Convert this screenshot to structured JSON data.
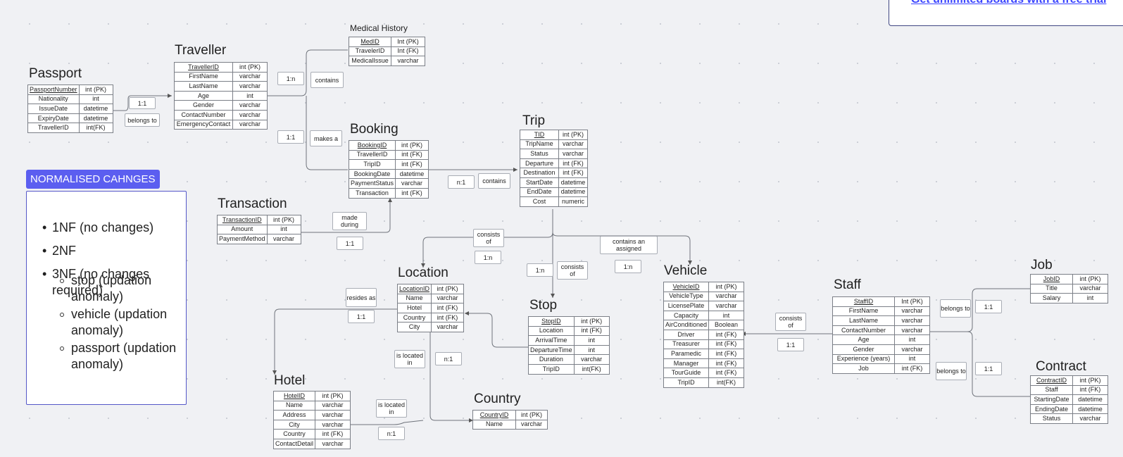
{
  "banner": {
    "link_text": "Get unlimited boards with a free trial"
  },
  "notes": {
    "tag": "NORMALISED CAHNGES",
    "nf1": "1NF (no changes)",
    "nf2": "2NF",
    "nf2_items": [
      "stop (updation anomaly)",
      "vehicle (updation anomaly)",
      "passport (updation anomaly)"
    ],
    "nf3": "3NF (no changes required)"
  },
  "entities": [
    {
      "key": "passport",
      "title": "Passport",
      "rows": [
        [
          "PassportNumber",
          "int (PK)"
        ],
        [
          "Nationality",
          "int"
        ],
        [
          "IssueDate",
          "datetime"
        ],
        [
          "ExpiryDate",
          "datetime"
        ],
        [
          "TravellerID",
          "int(FK)"
        ]
      ]
    },
    {
      "key": "traveller",
      "title": "Traveller",
      "rows": [
        [
          "TravellerID",
          "int (PK)"
        ],
        [
          "FirstName",
          "varchar"
        ],
        [
          "LastName",
          "varchar"
        ],
        [
          "Age",
          "int"
        ],
        [
          "Gender",
          "varchar"
        ],
        [
          "ContactNumber",
          "varchar"
        ],
        [
          "EmergencyContact",
          "varchar"
        ]
      ]
    },
    {
      "key": "medical",
      "title": "Medical History",
      "rows": [
        [
          "MedID",
          "Int (PK)"
        ],
        [
          "TravelerID",
          "Int (FK)"
        ],
        [
          "MedicalIssue",
          "varchar"
        ]
      ]
    },
    {
      "key": "booking",
      "title": "Booking",
      "rows": [
        [
          "BookingID",
          "int (PK)"
        ],
        [
          "TravellerID",
          "int (FK)"
        ],
        [
          "TripID",
          "int (FK)"
        ],
        [
          "BookingDate",
          "datetime"
        ],
        [
          "PaymentStatus",
          "varchar"
        ],
        [
          "Transaction",
          "int (FK)"
        ]
      ]
    },
    {
      "key": "trip",
      "title": "Trip",
      "rows": [
        [
          "TID",
          "int (PK)"
        ],
        [
          "TripName",
          "varchar"
        ],
        [
          "Status",
          "varchar"
        ],
        [
          "Departure",
          "int (FK)"
        ],
        [
          "Destination",
          "int (FK)"
        ],
        [
          "StartDate",
          "datetime"
        ],
        [
          "EndDate",
          "datetime"
        ],
        [
          "Cost",
          "numeric"
        ]
      ]
    },
    {
      "key": "transaction",
      "title": "Transaction",
      "rows": [
        [
          "TransactionID",
          "int (PK)"
        ],
        [
          "Amount",
          "int"
        ],
        [
          "PaymentMethod",
          "varchar"
        ]
      ]
    },
    {
      "key": "location",
      "title": "Location",
      "rows": [
        [
          "LocationID",
          "int (PK)"
        ],
        [
          "Name",
          "varchar"
        ],
        [
          "Hotel",
          "int (FK)"
        ],
        [
          "Country",
          "int (FK)"
        ],
        [
          "City",
          "varchar"
        ]
      ]
    },
    {
      "key": "stop",
      "title": "Stop",
      "rows": [
        [
          "StopID",
          "int (PK)"
        ],
        [
          "Location",
          "int (FK)"
        ],
        [
          "ArrivalTime",
          "int"
        ],
        [
          "DepartureTime",
          "int"
        ],
        [
          "Duration",
          "varchar"
        ],
        [
          "TripID",
          "int(FK)"
        ]
      ]
    },
    {
      "key": "hotel",
      "title": "Hotel",
      "rows": [
        [
          "HotelID",
          "int (PK)"
        ],
        [
          "Name",
          "varchar"
        ],
        [
          "Address",
          "varchar"
        ],
        [
          "City",
          "varchar"
        ],
        [
          "Country",
          "int (FK)"
        ],
        [
          "ContactDetail",
          "varchar"
        ]
      ]
    },
    {
      "key": "country",
      "title": "Country",
      "rows": [
        [
          "CountryID",
          "int (PK)"
        ],
        [
          "Name",
          "varchar"
        ]
      ]
    },
    {
      "key": "vehicle",
      "title": "Vehicle",
      "rows": [
        [
          "VehicleID",
          "int (PK)"
        ],
        [
          "VehicleType",
          "varchar"
        ],
        [
          "LicensePlate",
          "varchar"
        ],
        [
          "Capacity",
          "int"
        ],
        [
          "AirConditioned",
          "Boolean"
        ],
        [
          "Driver",
          "int (FK)"
        ],
        [
          "Treasurer",
          "int (FK)"
        ],
        [
          "Paramedic",
          "int (FK)"
        ],
        [
          "Manager",
          "int (FK)"
        ],
        [
          "TourGuide",
          "int (FK)"
        ],
        [
          "TripID",
          "int(FK)"
        ]
      ]
    },
    {
      "key": "staff",
      "title": "Staff",
      "rows": [
        [
          "StaffID",
          "Int (PK)"
        ],
        [
          "FirstName",
          "varchar"
        ],
        [
          "LastName",
          "varchar"
        ],
        [
          "ContactNumber",
          "varchar"
        ],
        [
          "Age",
          "int"
        ],
        [
          "Gender",
          "varchar"
        ],
        [
          "Experience (years)",
          "int"
        ],
        [
          "Job",
          "int (FK)"
        ]
      ]
    },
    {
      "key": "job",
      "title": "Job",
      "rows": [
        [
          "JobID",
          "int (PK)"
        ],
        [
          "Title",
          "varchar"
        ],
        [
          "Salary",
          "int"
        ]
      ]
    },
    {
      "key": "contract",
      "title": "Contract",
      "rows": [
        [
          "ContractID",
          "int (PK)"
        ],
        [
          "Staff",
          "int (FK)"
        ],
        [
          "StartingDate",
          "datetime"
        ],
        [
          "EndingDate",
          "datetime"
        ],
        [
          "Status",
          "varchar"
        ]
      ]
    }
  ],
  "relationship_labels": [
    {
      "key": "r-1to1-pass",
      "text": "1:1"
    },
    {
      "key": "r-belongs-pass",
      "text": "belongs to"
    },
    {
      "key": "r-1ton-med",
      "text": "1:n"
    },
    {
      "key": "r-contains-med",
      "text": "contains"
    },
    {
      "key": "r-1to1-book",
      "text": "1:1"
    },
    {
      "key": "r-makes",
      "text": "makes a"
    },
    {
      "key": "r-nto1-trip",
      "text": "n:1"
    },
    {
      "key": "r-contains-trip",
      "text": "contains"
    },
    {
      "key": "r-made-during",
      "text": "made during"
    },
    {
      "key": "r-1to1-trans",
      "text": "1:1"
    },
    {
      "key": "r-consists-loc",
      "text": "consists of"
    },
    {
      "key": "r-1ton-loc",
      "text": "1:n"
    },
    {
      "key": "r-1ton-stop",
      "text": "1:n"
    },
    {
      "key": "r-consists-stop",
      "text": "consists of"
    },
    {
      "key": "r-contains-veh",
      "text": "contains an assigned"
    },
    {
      "key": "r-1ton-veh",
      "text": "1:n"
    },
    {
      "key": "r-resides",
      "text": "resides as"
    },
    {
      "key": "r-1to1-hotel",
      "text": "1:1"
    },
    {
      "key": "r-located-stop",
      "text": "is located in"
    },
    {
      "key": "r-nto1-stop",
      "text": "n:1"
    },
    {
      "key": "r-located-hotel",
      "text": "is located in"
    },
    {
      "key": "r-nto1-country",
      "text": "n:1"
    },
    {
      "key": "r-consists-staff",
      "text": "consists of"
    },
    {
      "key": "r-1to1-staff",
      "text": "1:1"
    },
    {
      "key": "r-belongs-job",
      "text": "belongs to"
    },
    {
      "key": "r-1to1-job",
      "text": "1:1"
    },
    {
      "key": "r-belongs-contract",
      "text": "belongs to"
    },
    {
      "key": "r-1to1-contract",
      "text": "1:1"
    }
  ]
}
